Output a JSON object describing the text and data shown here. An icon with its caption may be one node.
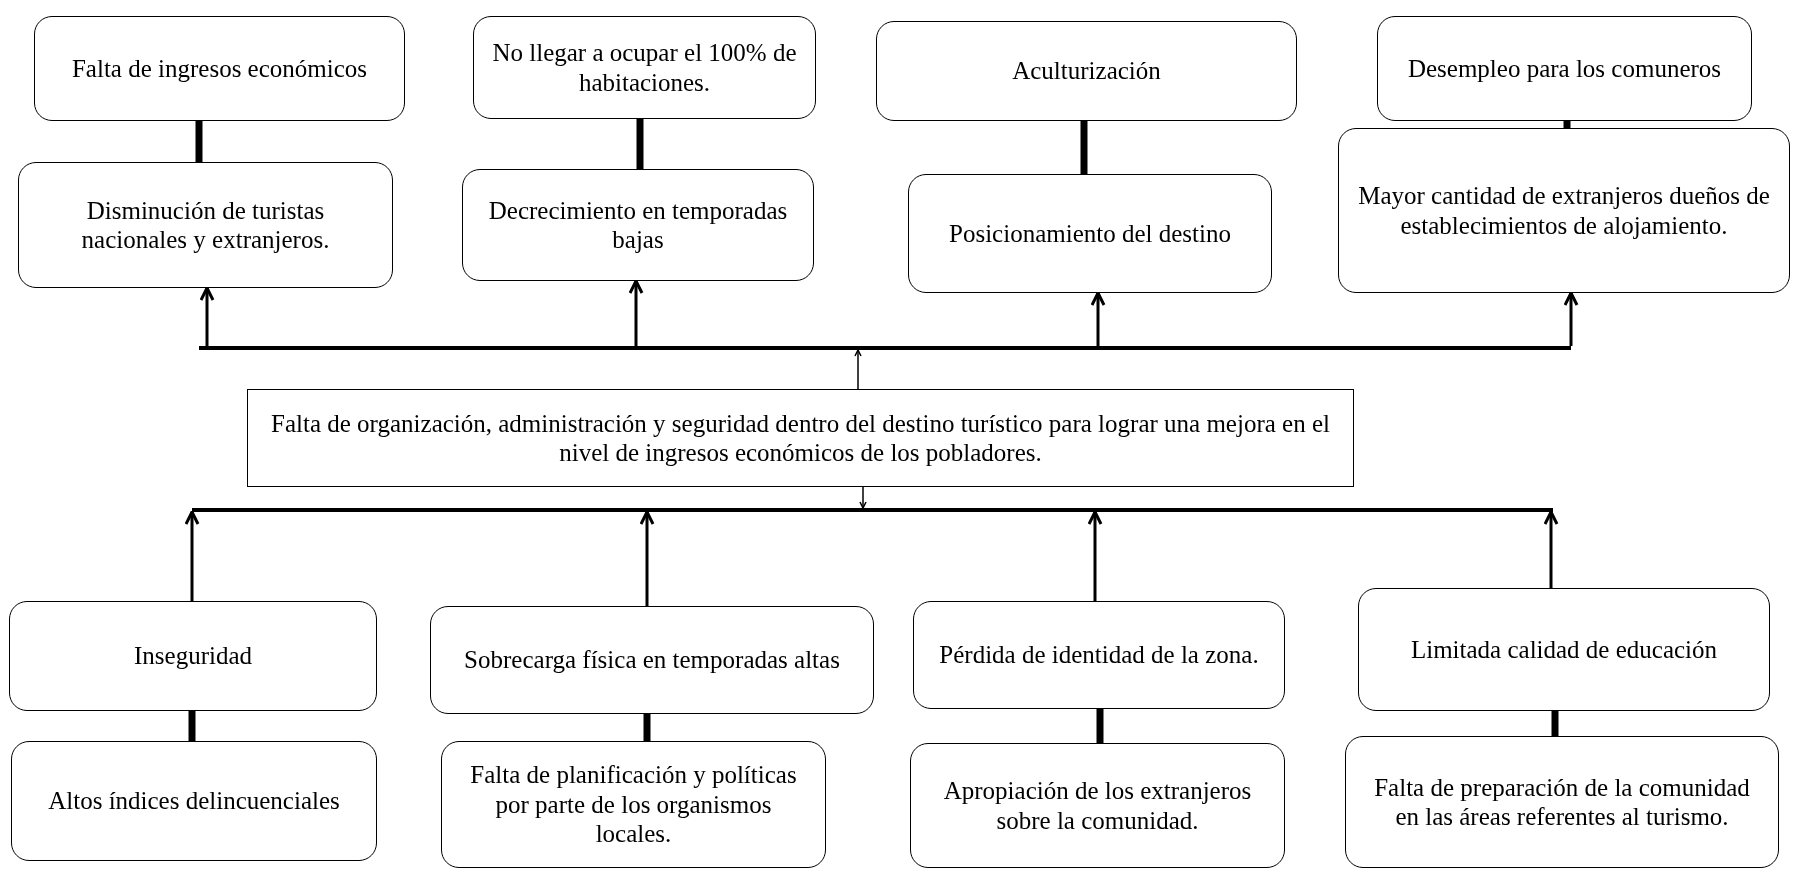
{
  "diagram": {
    "nodes": [
      {
        "text": [
          "Falta de ingresos económicos"
        ]
      },
      {
        "text": [
          "No llegar a ocupar el 100% de habitaciones."
        ]
      },
      {
        "text": [
          "Aculturización"
        ]
      },
      {
        "text": [
          "Desempleo para los comuneros"
        ]
      },
      {
        "text": [
          "Disminución de turistas nacionales y extranjeros."
        ]
      },
      {
        "text": [
          "Decrecimiento en temporadas bajas"
        ]
      },
      {
        "text": [
          "Posicionamiento del destino"
        ]
      },
      {
        "text": [
          "Mayor cantidad de extranjeros dueños de establecimientos de alojamiento."
        ]
      },
      {
        "text": [],
        "shape": "bar"
      },
      {
        "text": [
          "Falta de organización, administración y seguridad dentro del destino turístico para lograr una mejora en el nivel de ingresos económicos de los pobladores."
        ]
      },
      {
        "text": [],
        "shape": "bar"
      },
      {
        "text": [
          "Inseguridad"
        ]
      },
      {
        "text": [
          "Sobrecarga física en temporadas altas"
        ]
      },
      {
        "text": [
          "Pérdida de identidad de la zona."
        ]
      },
      {
        "text": [
          "Limitada calidad de educación"
        ]
      },
      {
        "text": [
          "Altos índices delincuenciales"
        ]
      },
      {
        "text": [
          "Falta de planificación y políticas por parte de los organismos locales."
        ]
      },
      {
        "text": [
          "Apropiación de los extranjeros sobre la comunidad."
        ]
      },
      {
        "text": [
          "Falta de preparación de la comunidad en las áreas referentes al turismo."
        ]
      }
    ],
    "edges": [
      {
        "from": 4,
        "to": 0,
        "arrow": "none",
        "style": "thick"
      },
      {
        "from": 5,
        "to": 1,
        "arrow": "none",
        "style": "thick"
      },
      {
        "from": 6,
        "to": 2,
        "arrow": "none",
        "style": "thick"
      },
      {
        "from": 7,
        "to": 3,
        "arrow": "none",
        "style": "thick"
      },
      {
        "from": 8,
        "to": 4,
        "arrow": "to"
      },
      {
        "from": 8,
        "to": 5,
        "arrow": "to"
      },
      {
        "from": 8,
        "to": 6,
        "arrow": "to"
      },
      {
        "from": 8,
        "to": 7,
        "arrow": "to"
      },
      {
        "from": 9,
        "to": 8,
        "arrow": "to"
      },
      {
        "from": 9,
        "to": 10,
        "arrow": "to"
      },
      {
        "from": 11,
        "to": 10,
        "arrow": "to"
      },
      {
        "from": 12,
        "to": 10,
        "arrow": "to"
      },
      {
        "from": 13,
        "to": 10,
        "arrow": "to"
      },
      {
        "from": 14,
        "to": 10,
        "arrow": "to"
      },
      {
        "from": 15,
        "to": 11,
        "arrow": "none",
        "style": "thick"
      },
      {
        "from": 16,
        "to": 12,
        "arrow": "none",
        "style": "thick"
      },
      {
        "from": 17,
        "to": 13,
        "arrow": "none",
        "style": "thick"
      },
      {
        "from": 18,
        "to": 14,
        "arrow": "none",
        "style": "thick"
      }
    ]
  }
}
